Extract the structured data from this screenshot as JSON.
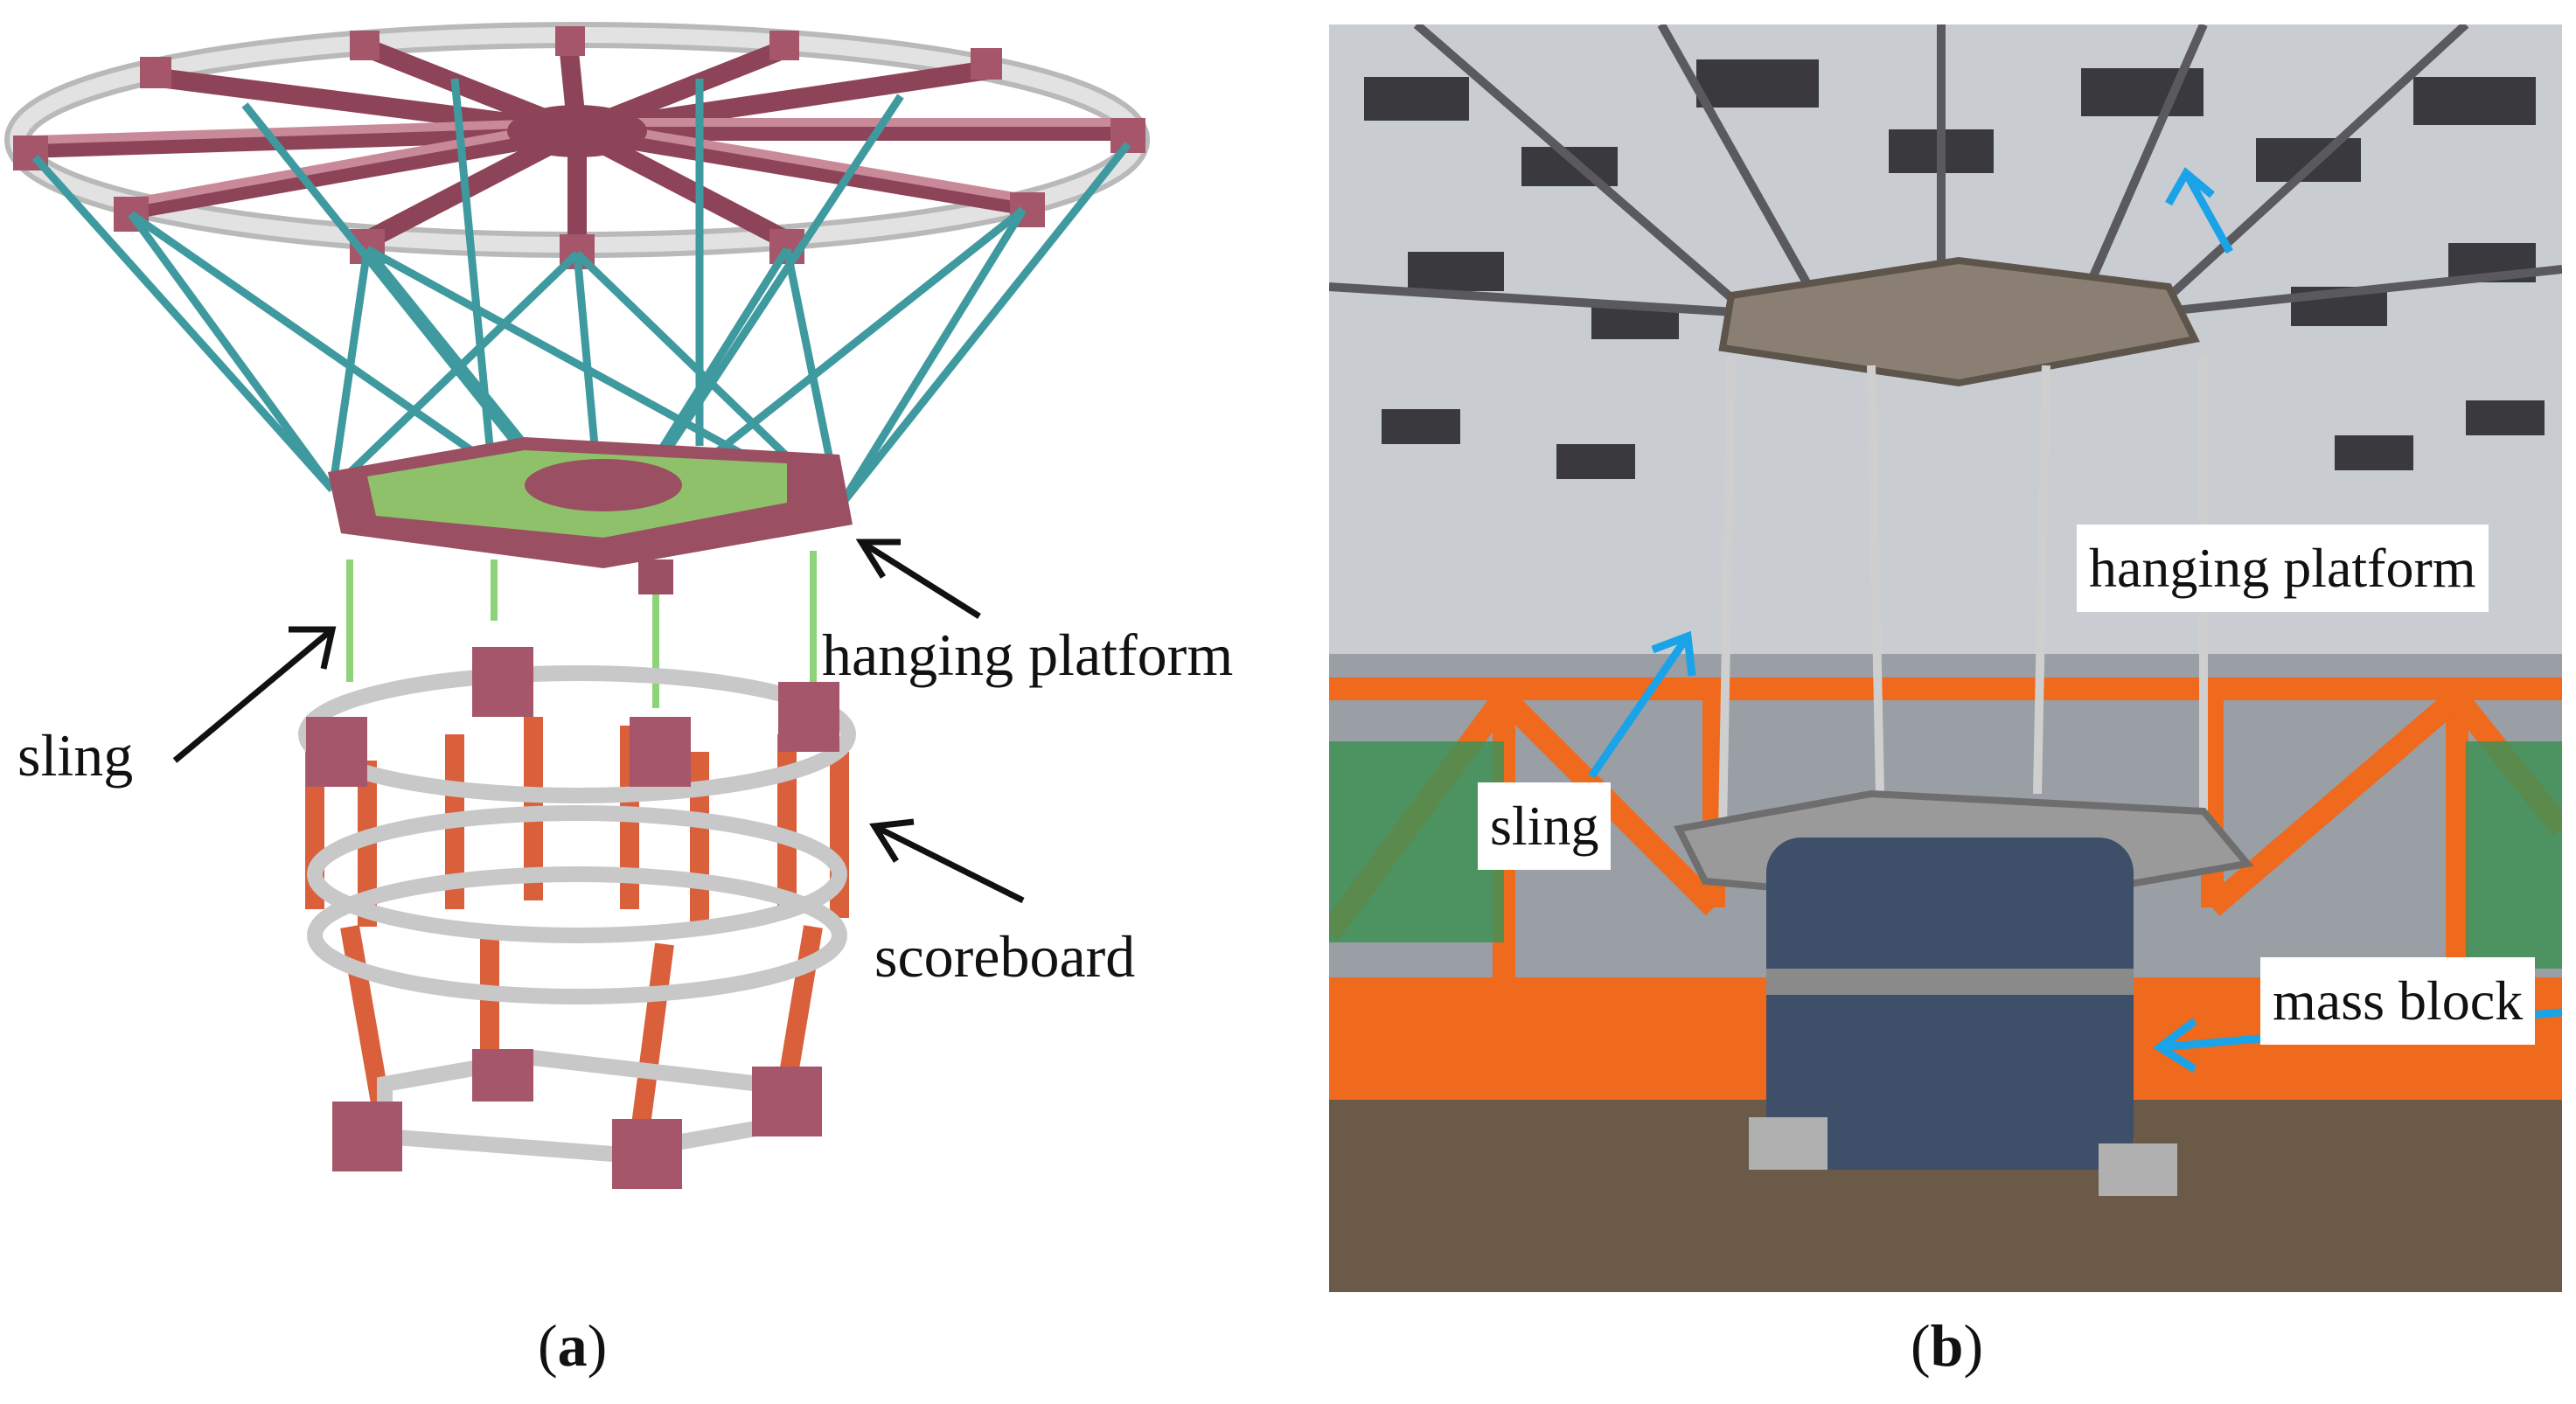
{
  "panel_a": {
    "caption_letter": "a",
    "labels": {
      "hanging_platform": "hanging platform",
      "sling": "sling",
      "scoreboard": "scoreboard"
    }
  },
  "panel_b": {
    "caption_letter": "b",
    "labels": {
      "hanging_platform": "hanging platform",
      "sling": "sling",
      "mass_block": "mass block"
    }
  },
  "colors": {
    "frame_maroon": "#9a4f62",
    "cable_teal": "#3f9aa0",
    "column_orange": "#d9603a",
    "beam_gray": "#d4d4d4",
    "platform_green": "#8fc06a",
    "arrow_black": "#111111",
    "arrow_blue": "#1aa3e8",
    "steel_orange": "#ef6a1c"
  }
}
